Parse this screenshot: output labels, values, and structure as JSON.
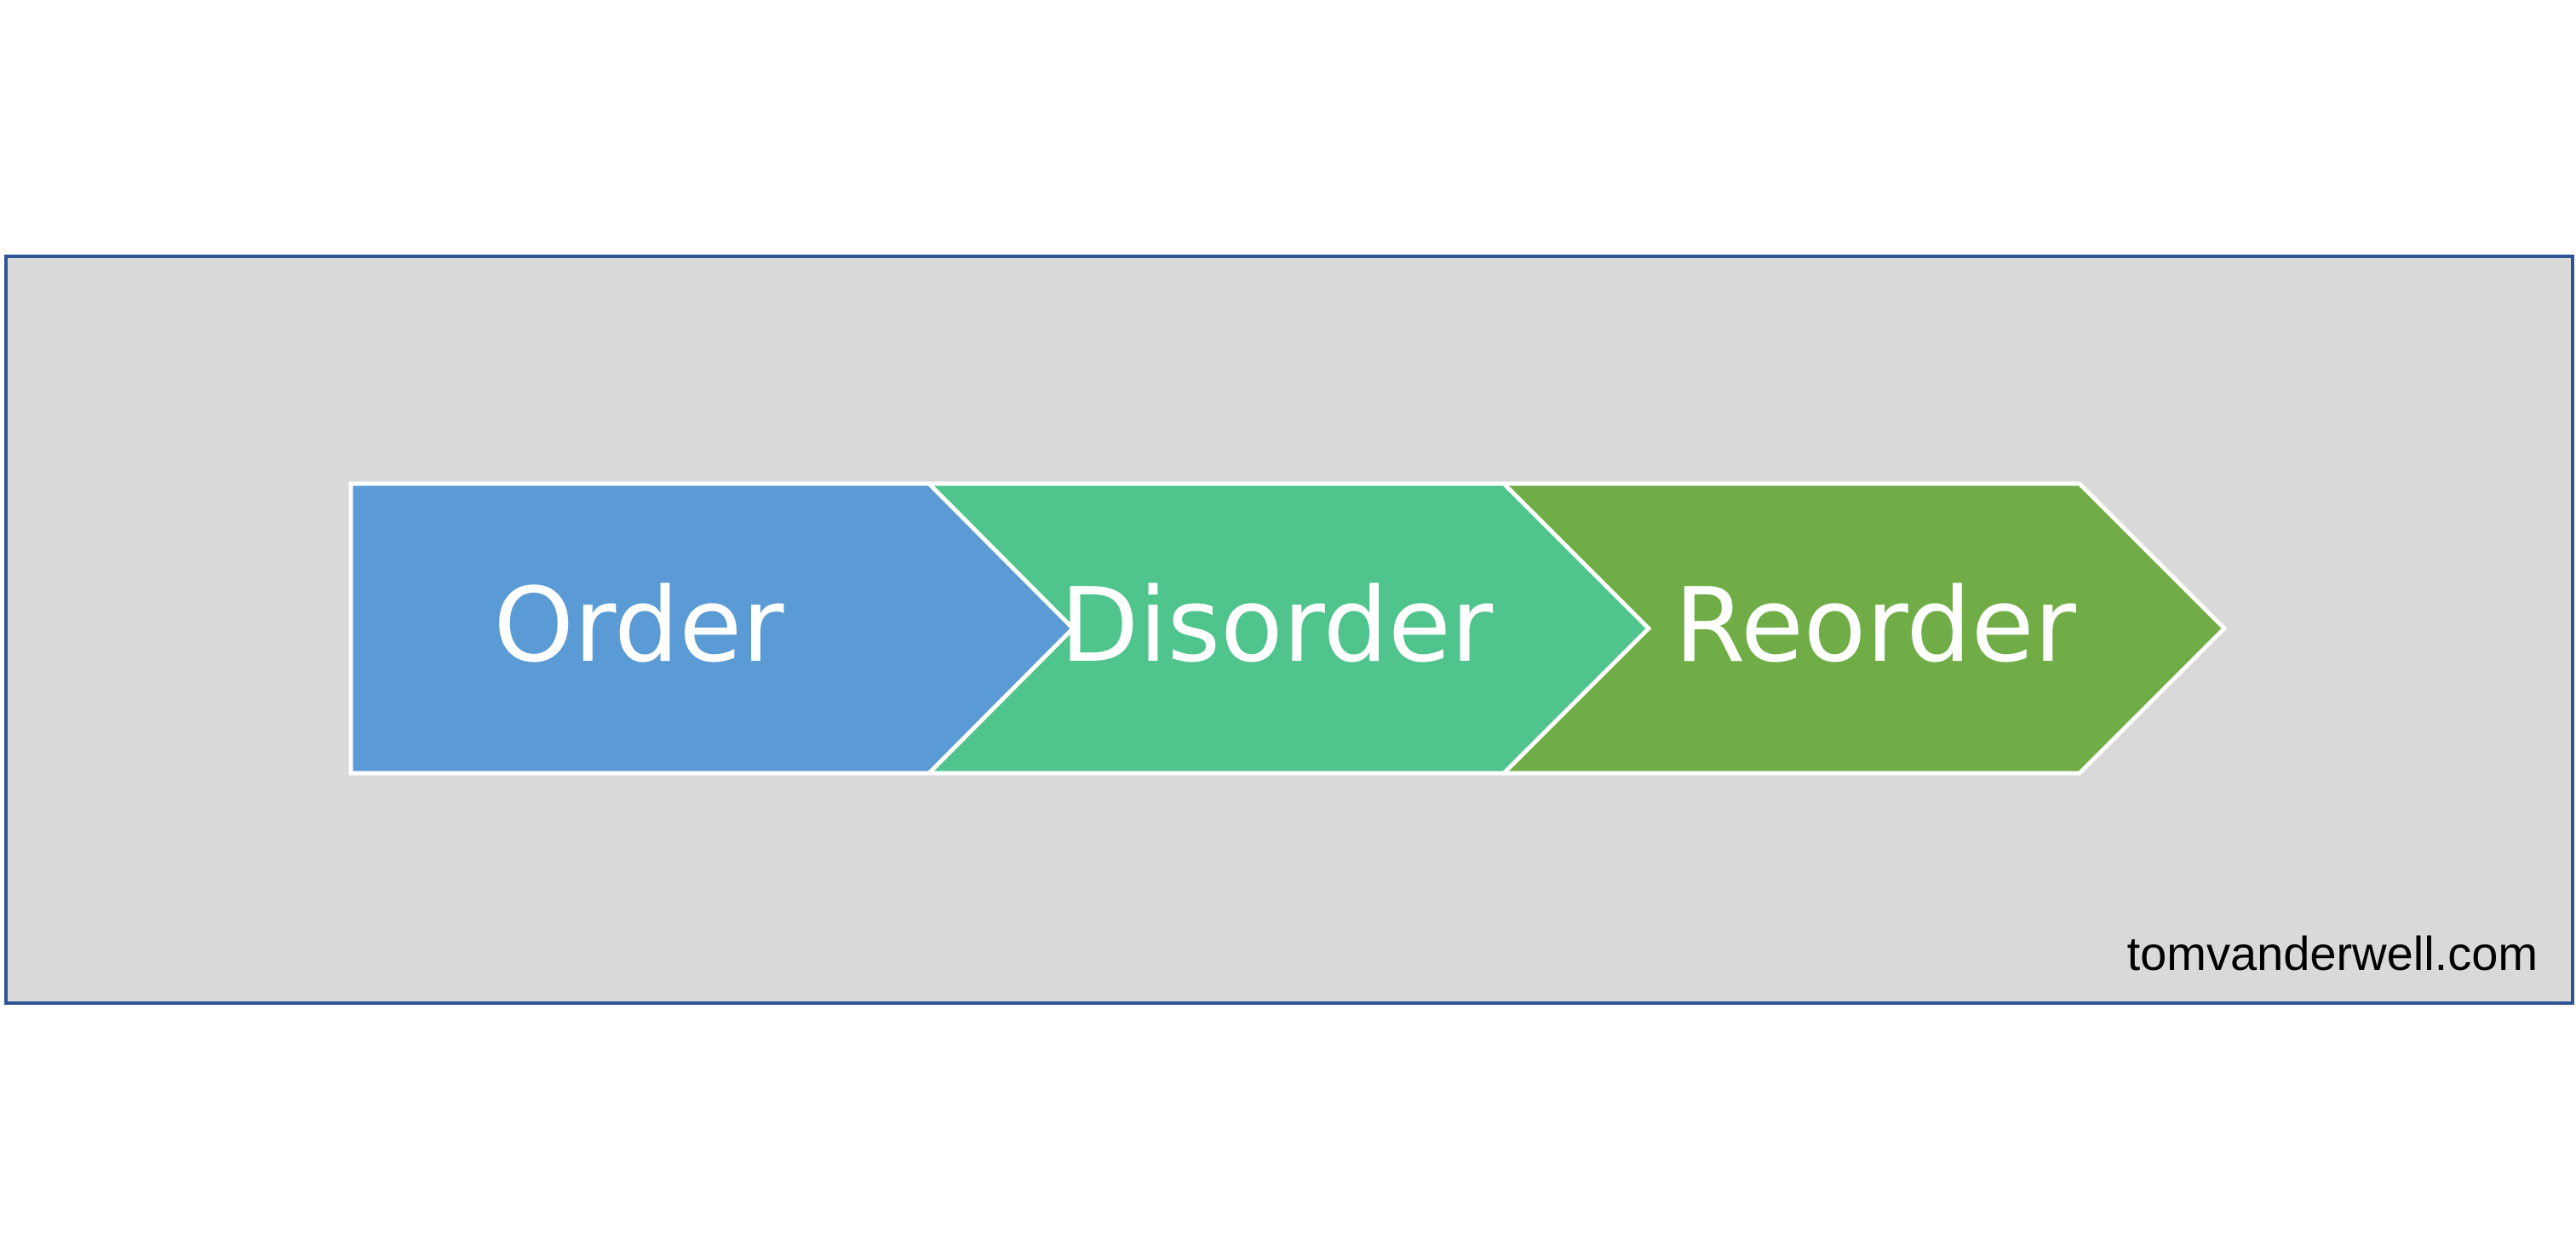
{
  "diagram": {
    "steps": [
      {
        "label": "Order",
        "fill": "#5b9bd5"
      },
      {
        "label": "Disorder",
        "fill": "#4fc48d"
      },
      {
        "label": "Reorder",
        "fill": "#70ad47"
      }
    ],
    "panel_fill": "#d9d9d9",
    "panel_border": "#2f5597",
    "outline": "#ffffff"
  },
  "footer": {
    "watermark": "tomvanderwell.com"
  }
}
